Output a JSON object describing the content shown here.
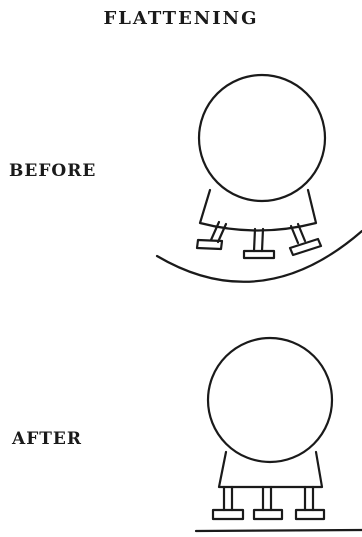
{
  "title": "FLATTENING",
  "panels": [
    {
      "label": "BEFORE"
    },
    {
      "label": "AFTER"
    }
  ]
}
